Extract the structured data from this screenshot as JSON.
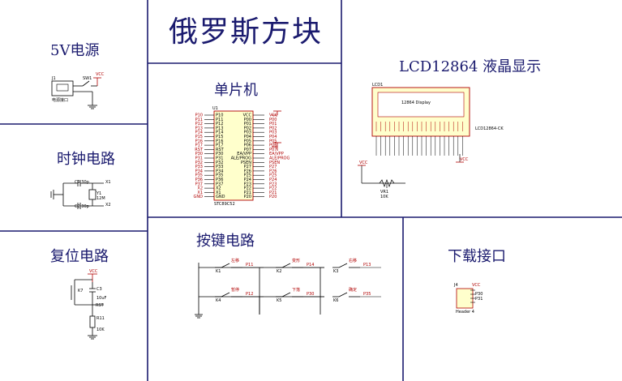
{
  "titles": {
    "main": "俄罗斯方块",
    "power": "5V电源",
    "mcu": "单片机",
    "lcd": "LCD12864 液晶显示",
    "clock": "时钟电路",
    "reset": "复位电路",
    "keys": "按键电路",
    "download": "下载接口"
  },
  "power": {
    "j1": "J1",
    "sw": "SW1",
    "vcc": "VCC",
    "jack": "电源接口"
  },
  "clock": {
    "c1": "C1 30p",
    "c2": "C2 30p",
    "x1": "X1",
    "x2": "X2",
    "y": "Y1",
    "freq": "12M"
  },
  "reset": {
    "vcc": "VCC",
    "k": "K7",
    "c": "C3",
    "cv": "10uF",
    "rst": "RST",
    "r": "R11",
    "rv": "10K"
  },
  "mcu": {
    "ref": "U1",
    "part": "STC89C52",
    "left_pins": [
      "P10",
      "P11",
      "P12",
      "P13",
      "P14",
      "P15",
      "P16",
      "P17",
      "RST",
      "P30",
      "P31",
      "P32",
      "P33",
      "P34",
      "P35",
      "P36",
      "P37",
      "X2",
      "X1",
      "GND"
    ],
    "right_pins": [
      "VCC",
      "P00",
      "P01",
      "P02",
      "P03",
      "P04",
      "P05",
      "P06",
      "P07",
      "EA/VPP",
      "ALE/PROG",
      "PSEN",
      "P27",
      "P26",
      "P25",
      "P24",
      "P23",
      "P22",
      "P21",
      "P20"
    ]
  },
  "lcd": {
    "ref": "LCD1",
    "display": "12864 Display",
    "model": "LCD12864-CK",
    "vr": "VR1",
    "vrv": "10K",
    "vcc": "VCC"
  },
  "keys": {
    "items": [
      {
        "ref": "K1",
        "label": "左移",
        "net": "P11"
      },
      {
        "ref": "K2",
        "label": "变形",
        "net": "P14"
      },
      {
        "ref": "K3",
        "label": "右移",
        "net": "P13"
      },
      {
        "ref": "K4",
        "label": "暂停",
        "net": "P12"
      },
      {
        "ref": "K5",
        "label": "下落",
        "net": "P30"
      },
      {
        "ref": "K6",
        "label": "确定",
        "net": "P35"
      }
    ]
  },
  "download": {
    "ref": "J4",
    "vcc": "VCC",
    "pins": [
      "P30",
      "P31"
    ],
    "part": "Header 4"
  }
}
